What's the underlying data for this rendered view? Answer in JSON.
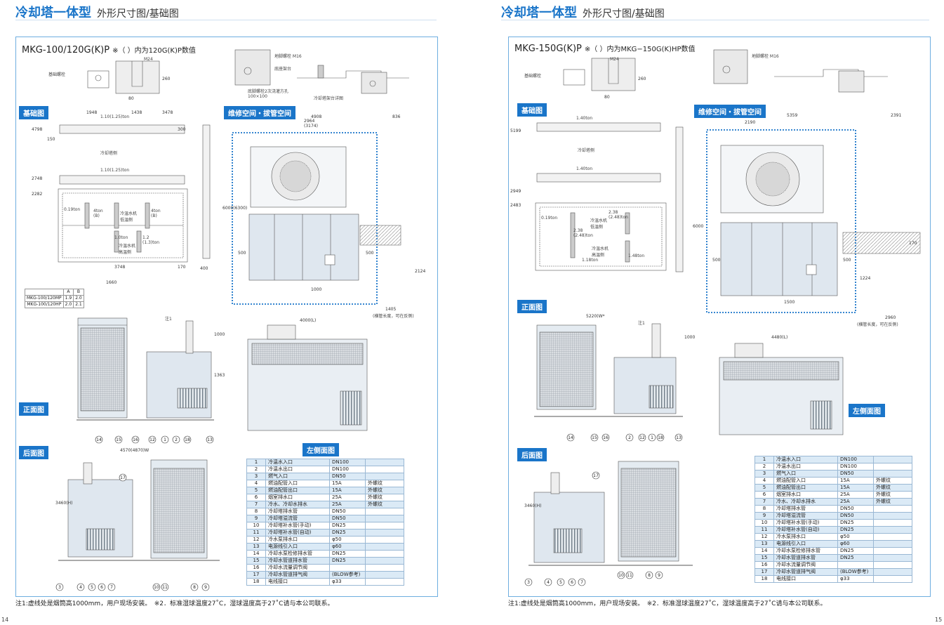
{
  "left": {
    "title": "冷却塔一体型",
    "subtitle": "外形尺寸图/基础图",
    "model": "MKG-100/120G(K)P",
    "model_note": "※（ ）内为120G(K)P数值",
    "tags": {
      "foundation": "基础图",
      "maintenance": "维修空间・拔管空间",
      "front": "正面图",
      "rear": "后面图",
      "left_side": "左侧面图"
    },
    "labels": {
      "anchor_bolt": "基础螺栓",
      "cooling_tower": "冷却塔侧",
      "chiller_cond": "冷温水机\n低温侧",
      "chiller_high": "冷温水机\n高温侧",
      "ton_019": "0.19ton",
      "ton_4": "4ton\n(B)",
      "ton_10": "1.0ton",
      "ton_12": "1.2\n(1.3)ton",
      "ton_4b": "4ton\n(B)",
      "span1": "1.10(1.25)ton",
      "span2": "1.10(1.25)ton",
      "hole_note": "(横管长度，可在反侧)",
      "note1": "注1",
      "bracket": "冷却塔架台详图",
      "bolt_m16": "地脚螺栓 M16",
      "bolt_m24": "M24",
      "frame_note": "底座架台",
      "anchor_hole": "底脚螺栓2次浇灌方孔\n100×100"
    },
    "dims": {
      "d4908": "4908",
      "d836": "836",
      "d1948": "1948",
      "d1438": "1438",
      "d3478": "3478",
      "d4798": "4798",
      "d2748": "2748",
      "d2282": "2282",
      "d150": "150",
      "d300": "300",
      "d3748": "3748",
      "d170": "170",
      "d400": "400",
      "d500a": "500",
      "d500b": "500",
      "d1000": "1000",
      "d1405": "1405",
      "d2124": "2124",
      "d6000": "6000(6300)",
      "d1660": "1660",
      "d4000": "4000(L)",
      "d4570": "4570(4870)W",
      "d3460": "3460(H)",
      "d1363": "1363",
      "d1000b": "1000",
      "d80": "80",
      "d260": "260",
      "d2964": "2964\n(3174)"
    },
    "ab_table": {
      "headers": [
        "",
        "A",
        "B"
      ],
      "rows": [
        [
          "MKG-100/120MP",
          "1.9",
          "2.0"
        ],
        [
          "MKG-100/120HP",
          "2.0",
          "2.1"
        ]
      ]
    },
    "parts": [
      [
        "1",
        "冷温水入口",
        "DN100",
        ""
      ],
      [
        "2",
        "冷温水出口",
        "DN100",
        ""
      ],
      [
        "3",
        "燃气入口",
        "DN50",
        ""
      ],
      [
        "4",
        "燃油配管入口",
        "15A",
        "外螺纹"
      ],
      [
        "5",
        "燃油配管出口",
        "15A",
        "外螺纹"
      ],
      [
        "6",
        "烟室排水口",
        "25A",
        "外螺纹"
      ],
      [
        "7",
        "冷水、冷却水排水",
        "25A",
        "外螺纹"
      ],
      [
        "8",
        "冷却塔排水管",
        "DN50",
        ""
      ],
      [
        "9",
        "冷却塔溢流管",
        "DN50",
        ""
      ],
      [
        "10",
        "冷却塔补水管(手动)",
        "DN25",
        ""
      ],
      [
        "11",
        "冷却塔补水管(自动)",
        "DN25",
        ""
      ],
      [
        "12",
        "冷水泵排水口",
        "φ50",
        ""
      ],
      [
        "13",
        "电源线引入口",
        "φ60",
        ""
      ],
      [
        "14",
        "冷却水泵检修排水管",
        "DN25",
        ""
      ],
      [
        "15",
        "冷却水管道排水管",
        "DN25",
        ""
      ],
      [
        "16",
        "冷却水流量调节阀",
        "",
        ""
      ],
      [
        "17",
        "冷却水管道排气阀",
        "(BLOW参考)",
        ""
      ],
      [
        "18",
        "电线接口",
        "φ33",
        ""
      ]
    ],
    "footnote": "注1:虚线处是烟筒高1000mm，用户现场安装。　※2．标准湿球温度27˚C，湿球温度高于27˚C请与本公司联系。",
    "page_number": "14"
  },
  "right": {
    "title": "冷却塔一体型",
    "subtitle": "外形尺寸图/基础图",
    "model": "MKG-150G(K)P",
    "model_note": "※（ ）内为MKG−150G(K)HP数值",
    "tags": {
      "foundation": "基础图",
      "maintenance": "维修空间・拔管空间",
      "front": "正面图",
      "rear": "后面图",
      "left_side": "左侧面图"
    },
    "labels": {
      "anchor_bolt": "基础螺栓",
      "cooling_tower": "冷却塔侧",
      "chiller_cond": "冷温水机\n低温侧",
      "chiller_high": "冷温水机\n高温侧",
      "ton_019": "0.19ton",
      "ton_238a": "2.38\n(2.48)ton",
      "ton_238b": "2.38\n(2.48)ton",
      "ton_118": "1.18ton",
      "ton_148": "1.48ton",
      "span1": "1.40ton",
      "span2": "1.40ton",
      "hole_note": "(横管长度，可在反侧)",
      "note1": "注1",
      "bolt_m16": "地脚螺栓 M16",
      "bolt_m24": "M24"
    },
    "dims": {
      "d5359": "5359",
      "d2391": "2391",
      "d5199": "5199",
      "d2949": "2949",
      "d2483": "2483",
      "d2190": "2190",
      "d500a": "500",
      "d500b": "500",
      "d1500": "1500",
      "d2960": "2960",
      "d6000": "6000",
      "d5220": "5220(W*",
      "d4480": "4480(L)",
      "d3460": "3460(H)",
      "d1000": "1000",
      "d80": "80",
      "d260": "260",
      "d1224": "1224",
      "d170": "170"
    },
    "parts": [
      [
        "1",
        "冷温水入口",
        "DN100",
        ""
      ],
      [
        "2",
        "冷温水出口",
        "DN100",
        ""
      ],
      [
        "3",
        "燃气入口",
        "DN50",
        ""
      ],
      [
        "4",
        "燃油配管入口",
        "15A",
        "外螺纹"
      ],
      [
        "5",
        "燃油配管出口",
        "15A",
        "外螺纹"
      ],
      [
        "6",
        "烟室排水口",
        "25A",
        "外螺纹"
      ],
      [
        "7",
        "冷水、冷却水排水",
        "25A",
        "外螺纹"
      ],
      [
        "8",
        "冷却塔排水管",
        "DN50",
        ""
      ],
      [
        "9",
        "冷却塔溢流管",
        "DN50",
        ""
      ],
      [
        "10",
        "冷却塔补水管(手动)",
        "DN25",
        ""
      ],
      [
        "11",
        "冷却塔补水管(自动)",
        "DN25",
        ""
      ],
      [
        "12",
        "冷水泵排水口",
        "φ50",
        ""
      ],
      [
        "13",
        "电源线引入口",
        "φ60",
        ""
      ],
      [
        "14",
        "冷却水泵检修排水管",
        "DN25",
        ""
      ],
      [
        "15",
        "冷却水管道排水管",
        "DN25",
        ""
      ],
      [
        "16",
        "冷却水流量调节阀",
        "",
        ""
      ],
      [
        "17",
        "冷却水管道排气阀",
        "(BLOW参考)",
        ""
      ],
      [
        "18",
        "电线接口",
        "φ33",
        ""
      ]
    ],
    "footnote": "注1:虚线处是烟筒高1000mm，用户现场安装。　※2．标准湿球温度27˚C，湿球温度高于27˚C请与本公司联系。",
    "page_number": "15"
  }
}
